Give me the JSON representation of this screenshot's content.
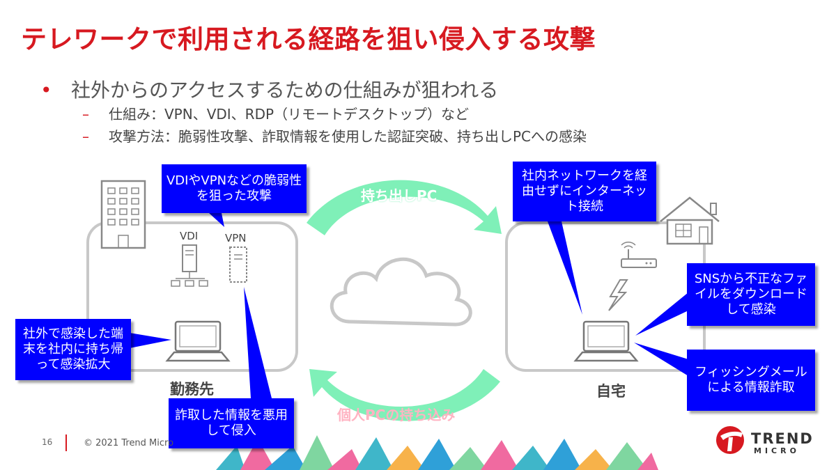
{
  "title": "テレワークで利用される経路を狙い侵入する攻撃",
  "bullets": {
    "main": "社外からのアクセスするための仕組みが狙われる",
    "sub1": "仕組み：VPN、VDI、RDP（リモートデスクトップ）など",
    "sub2": "攻撃方法：脆弱性攻撃、詐取情報を使用した認証突破、持ち出しPCへの感染"
  },
  "bullet_markers": {
    "dot": "•",
    "dash": "–"
  },
  "diagram": {
    "arrow_top_label": "持ち出しPC",
    "arrow_bottom_label": "個人PCの持ち込み",
    "office_label": "勤務先",
    "home_label": "自宅",
    "vdi_label": "VDI",
    "vpn_label": "VPN",
    "callouts": {
      "vdi_vpn_vuln": "VDIやVPNなどの脆弱性を狙った攻撃",
      "infected_device": "社外で感染した端末を社内に持ち帰って感染拡大",
      "stolen_info": "詐取した情報を悪用して侵入",
      "direct_internet": "社内ネットワークを経由せずにインターネット接続",
      "sns_download": "SNSから不正なファイルをダウンロードして感染",
      "phishing": "フィッシングメールによる情報詐取"
    }
  },
  "footer": {
    "page": "16",
    "copyright": "© 2021 Trend Micro"
  },
  "logo": {
    "line1": "TREND",
    "line2": "MICRO"
  },
  "colors": {
    "title": "#d71920",
    "callout_bg": "#0000ff",
    "arrow_green": "#7ff0b8",
    "arrow_pink": "#ffb3c2",
    "frame_gray": "#c8c8c8"
  }
}
